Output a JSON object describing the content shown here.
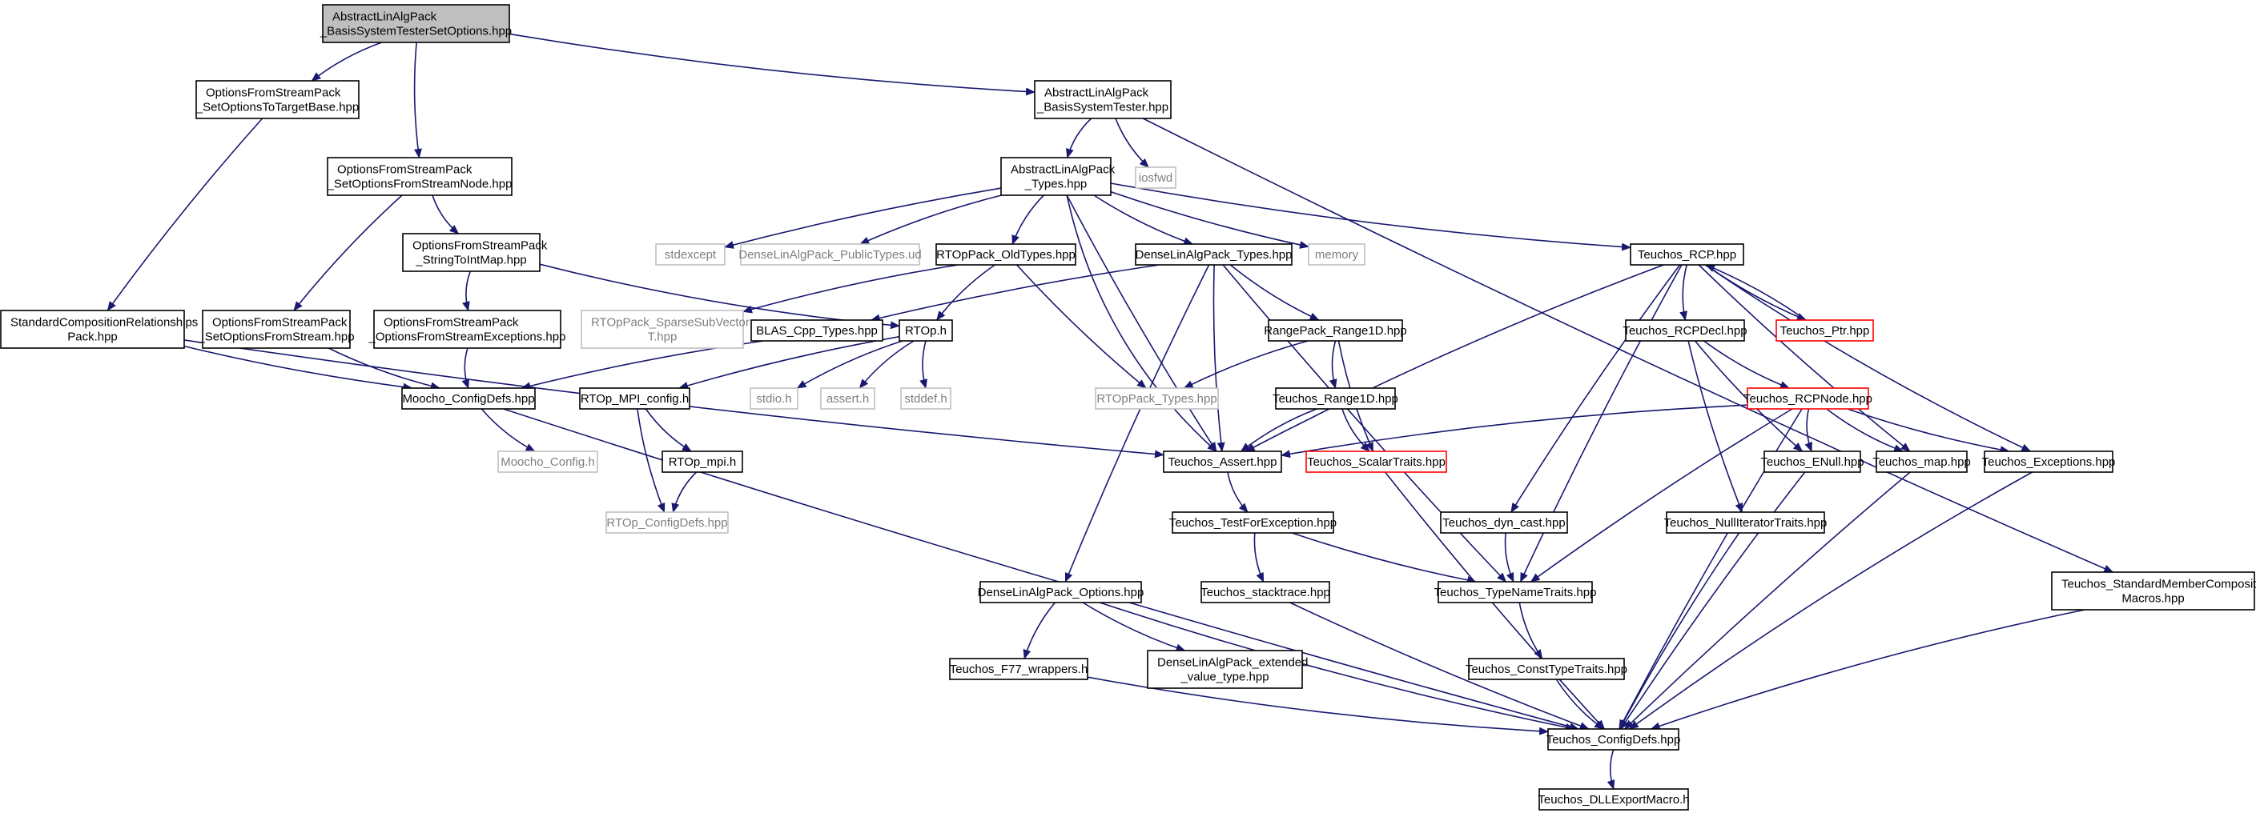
{
  "graph": {
    "edge_color": "#191970",
    "nodes": [
      {
        "id": "root",
        "lines": [
          "AbstractLinAlgPack",
          "_BasisSystemTesterSetOptions.hpp"
        ],
        "style": "root"
      },
      {
        "id": "ofs_target",
        "lines": [
          "OptionsFromStreamPack",
          "_SetOptionsToTargetBase.hpp"
        ],
        "style": "normal"
      },
      {
        "id": "abst_tester",
        "lines": [
          "AbstractLinAlgPack",
          "_BasisSystemTester.hpp"
        ],
        "style": "normal"
      },
      {
        "id": "ofs_node",
        "lines": [
          "OptionsFromStreamPack",
          "_SetOptionsFromStreamNode.hpp"
        ],
        "style": "normal"
      },
      {
        "id": "abst_types",
        "lines": [
          "AbstractLinAlgPack",
          "_Types.hpp"
        ],
        "style": "normal"
      },
      {
        "id": "iosfwd",
        "lines": [
          "iosfwd"
        ],
        "style": "ext"
      },
      {
        "id": "ofs_strmap",
        "lines": [
          "OptionsFromStreamPack",
          "_StringToIntMap.hpp"
        ],
        "style": "normal"
      },
      {
        "id": "stdexcept",
        "lines": [
          "stdexcept"
        ],
        "style": "ext"
      },
      {
        "id": "dense_public",
        "lines": [
          "DenseLinAlgPack_PublicTypes.ud"
        ],
        "style": "ext"
      },
      {
        "id": "rtop_oldtypes",
        "lines": [
          "RTOpPack_OldTypes.hpp"
        ],
        "style": "normal"
      },
      {
        "id": "dense_types",
        "lines": [
          "DenseLinAlgPack_Types.hpp"
        ],
        "style": "normal"
      },
      {
        "id": "memory",
        "lines": [
          "memory"
        ],
        "style": "ext"
      },
      {
        "id": "teuchos_rcp",
        "lines": [
          "Teuchos_RCP.hpp"
        ],
        "style": "normal"
      },
      {
        "id": "std_comp",
        "lines": [
          "StandardCompositionRelationships",
          "Pack.hpp"
        ],
        "style": "normal"
      },
      {
        "id": "ofs_stream",
        "lines": [
          "OptionsFromStreamPack",
          "_SetOptionsFromStream.hpp"
        ],
        "style": "normal"
      },
      {
        "id": "ofs_exc",
        "lines": [
          "OptionsFromStreamPack",
          "_OptionsFromStreamExceptions.hpp"
        ],
        "style": "normal"
      },
      {
        "id": "rtop_sparse",
        "lines": [
          "RTOpPack_SparseSubVector",
          "T.hpp"
        ],
        "style": "ext"
      },
      {
        "id": "blas_cpp",
        "lines": [
          "BLAS_Cpp_Types.hpp"
        ],
        "style": "normal"
      },
      {
        "id": "rtop_h",
        "lines": [
          "RTOp.h"
        ],
        "style": "normal"
      },
      {
        "id": "rangepack",
        "lines": [
          "RangePack_Range1D.hpp"
        ],
        "style": "normal"
      },
      {
        "id": "teuchos_rcpdecl",
        "lines": [
          "Teuchos_RCPDecl.hpp"
        ],
        "style": "normal"
      },
      {
        "id": "teuchos_ptr",
        "lines": [
          "Teuchos_Ptr.hpp"
        ],
        "style": "red"
      },
      {
        "id": "moocho_cfg",
        "lines": [
          "Moocho_ConfigDefs.hpp"
        ],
        "style": "normal"
      },
      {
        "id": "rtop_mpi_cfg",
        "lines": [
          "RTOp_MPI_config.h"
        ],
        "style": "normal"
      },
      {
        "id": "stdio",
        "lines": [
          "stdio.h"
        ],
        "style": "ext"
      },
      {
        "id": "assert",
        "lines": [
          "assert.h"
        ],
        "style": "ext"
      },
      {
        "id": "stddef",
        "lines": [
          "stddef.h"
        ],
        "style": "ext"
      },
      {
        "id": "rtop_types",
        "lines": [
          "RTOpPack_Types.hpp"
        ],
        "style": "ext"
      },
      {
        "id": "teuchos_range1d",
        "lines": [
          "Teuchos_Range1D.hpp"
        ],
        "style": "normal"
      },
      {
        "id": "teuchos_rcpnode",
        "lines": [
          "Teuchos_RCPNode.hpp"
        ],
        "style": "red"
      },
      {
        "id": "moocho_config",
        "lines": [
          "Moocho_Config.h"
        ],
        "style": "ext"
      },
      {
        "id": "rtop_mpi",
        "lines": [
          "RTOp_mpi.h"
        ],
        "style": "normal"
      },
      {
        "id": "teuchos_assert",
        "lines": [
          "Teuchos_Assert.hpp"
        ],
        "style": "normal"
      },
      {
        "id": "teuchos_scalar",
        "lines": [
          "Teuchos_ScalarTraits.hpp"
        ],
        "style": "red"
      },
      {
        "id": "teuchos_enull",
        "lines": [
          "Teuchos_ENull.hpp"
        ],
        "style": "normal"
      },
      {
        "id": "teuchos_map",
        "lines": [
          "Teuchos_map.hpp"
        ],
        "style": "normal"
      },
      {
        "id": "teuchos_exc",
        "lines": [
          "Teuchos_Exceptions.hpp"
        ],
        "style": "normal"
      },
      {
        "id": "rtop_cfgdefs",
        "lines": [
          "RTOp_ConfigDefs.hpp"
        ],
        "style": "ext"
      },
      {
        "id": "teuchos_testexc",
        "lines": [
          "Teuchos_TestForException.hpp"
        ],
        "style": "normal"
      },
      {
        "id": "teuchos_dyncast",
        "lines": [
          "Teuchos_dyn_cast.hpp"
        ],
        "style": "normal"
      },
      {
        "id": "teuchos_nulliter",
        "lines": [
          "Teuchos_NullIteratorTraits.hpp"
        ],
        "style": "normal"
      },
      {
        "id": "dense_options",
        "lines": [
          "DenseLinAlgPack_Options.hpp"
        ],
        "style": "normal"
      },
      {
        "id": "teuchos_stack",
        "lines": [
          "Teuchos_stacktrace.hpp"
        ],
        "style": "normal"
      },
      {
        "id": "teuchos_typename",
        "lines": [
          "Teuchos_TypeNameTraits.hpp"
        ],
        "style": "normal"
      },
      {
        "id": "teuchos_stdmember",
        "lines": [
          "Teuchos_StandardMemberComposition",
          "Macros.hpp"
        ],
        "style": "normal"
      },
      {
        "id": "teuchos_f77",
        "lines": [
          "Teuchos_F77_wrappers.h"
        ],
        "style": "normal"
      },
      {
        "id": "dense_ext",
        "lines": [
          "DenseLinAlgPack_extended",
          "_value_type.hpp"
        ],
        "style": "normal"
      },
      {
        "id": "teuchos_consttype",
        "lines": [
          "Teuchos_ConstTypeTraits.hpp"
        ],
        "style": "normal"
      },
      {
        "id": "teuchos_cfgdefs",
        "lines": [
          "Teuchos_ConfigDefs.hpp"
        ],
        "style": "normal"
      },
      {
        "id": "teuchos_dll",
        "lines": [
          "Teuchos_DLLExportMacro.h"
        ],
        "style": "normal"
      }
    ],
    "edges": [
      [
        "root",
        "ofs_target"
      ],
      [
        "root",
        "ofs_node"
      ],
      [
        "root",
        "abst_tester"
      ],
      [
        "ofs_target",
        "std_comp"
      ],
      [
        "abst_tester",
        "abst_types"
      ],
      [
        "abst_tester",
        "iosfwd"
      ],
      [
        "abst_tester",
        "teuchos_stdmember"
      ],
      [
        "ofs_node",
        "ofs_stream"
      ],
      [
        "ofs_node",
        "ofs_strmap"
      ],
      [
        "ofs_strmap",
        "ofs_exc"
      ],
      [
        "ofs_strmap",
        "rtop_h"
      ],
      [
        "abst_types",
        "stdexcept"
      ],
      [
        "abst_types",
        "dense_public"
      ],
      [
        "abst_types",
        "rtop_oldtypes"
      ],
      [
        "abst_types",
        "dense_types"
      ],
      [
        "abst_types",
        "memory"
      ],
      [
        "abst_types",
        "teuchos_rcp"
      ],
      [
        "abst_types",
        "teuchos_assert"
      ],
      [
        "abst_types",
        "teuchos_assert"
      ],
      [
        "rtop_oldtypes",
        "rtop_sparse"
      ],
      [
        "rtop_oldtypes",
        "rtop_h"
      ],
      [
        "rtop_oldtypes",
        "rtop_types"
      ],
      [
        "dense_types",
        "blas_cpp"
      ],
      [
        "dense_types",
        "rangepack"
      ],
      [
        "dense_types",
        "dense_options"
      ],
      [
        "dense_types",
        "teuchos_assert"
      ],
      [
        "dense_types",
        "teuchos_typename"
      ],
      [
        "std_comp",
        "moocho_cfg"
      ],
      [
        "std_comp",
        "teuchos_assert"
      ],
      [
        "ofs_stream",
        "moocho_cfg"
      ],
      [
        "ofs_exc",
        "moocho_cfg"
      ],
      [
        "blas_cpp",
        "moocho_cfg"
      ],
      [
        "rtop_h",
        "rtop_mpi_cfg"
      ],
      [
        "rtop_h",
        "stdio"
      ],
      [
        "rtop_h",
        "assert"
      ],
      [
        "rtop_h",
        "stddef"
      ],
      [
        "rangepack",
        "teuchos_range1d"
      ],
      [
        "rangepack",
        "rtop_types"
      ],
      [
        "rangepack",
        "teuchos_scalar"
      ],
      [
        "teuchos_range1d",
        "teuchos_assert"
      ],
      [
        "teuchos_range1d",
        "teuchos_scalar"
      ],
      [
        "moocho_cfg",
        "moocho_config"
      ],
      [
        "moocho_cfg",
        "teuchos_cfgdefs"
      ],
      [
        "rtop_mpi_cfg",
        "rtop_mpi"
      ],
      [
        "rtop_mpi_cfg",
        "rtop_cfgdefs"
      ],
      [
        "rtop_mpi",
        "rtop_cfgdefs"
      ],
      [
        "teuchos_rcp",
        "teuchos_rcpdecl"
      ],
      [
        "teuchos_rcp",
        "teuchos_ptr"
      ],
      [
        "teuchos_rcp",
        "teuchos_assert"
      ],
      [
        "teuchos_rcp",
        "teuchos_dyncast"
      ],
      [
        "teuchos_rcp",
        "teuchos_typename"
      ],
      [
        "teuchos_rcp",
        "teuchos_map"
      ],
      [
        "teuchos_rcp",
        "teuchos_exc"
      ],
      [
        "teuchos_ptr",
        "teuchos_rcp"
      ],
      [
        "teuchos_rcpdecl",
        "teuchos_rcpnode"
      ],
      [
        "teuchos_rcpdecl",
        "teuchos_enull"
      ],
      [
        "teuchos_rcpdecl",
        "teuchos_nulliter"
      ],
      [
        "teuchos_rcpnode",
        "teuchos_assert"
      ],
      [
        "teuchos_rcpnode",
        "teuchos_enull"
      ],
      [
        "teuchos_rcpnode",
        "teuchos_map"
      ],
      [
        "teuchos_rcpnode",
        "teuchos_exc"
      ],
      [
        "teuchos_rcpnode",
        "teuchos_typename"
      ],
      [
        "teuchos_rcpnode",
        "teuchos_cfgdefs"
      ],
      [
        "teuchos_assert",
        "teuchos_testexc"
      ],
      [
        "teuchos_testexc",
        "teuchos_stack"
      ],
      [
        "teuchos_testexc",
        "teuchos_typename"
      ],
      [
        "teuchos_dyncast",
        "teuchos_typename"
      ],
      [
        "teuchos_typename",
        "teuchos_consttype"
      ],
      [
        "teuchos_consttype",
        "teuchos_cfgdefs"
      ],
      [
        "teuchos_stack",
        "teuchos_cfgdefs"
      ],
      [
        "dense_options",
        "teuchos_f77"
      ],
      [
        "dense_options",
        "dense_ext"
      ],
      [
        "dense_options",
        "teuchos_cfgdefs"
      ],
      [
        "teuchos_f77",
        "teuchos_cfgdefs"
      ],
      [
        "teuchos_scalar",
        "teuchos_cfgdefs"
      ],
      [
        "teuchos_nulliter",
        "teuchos_cfgdefs"
      ],
      [
        "teuchos_enull",
        "teuchos_cfgdefs"
      ],
      [
        "teuchos_map",
        "teuchos_cfgdefs"
      ],
      [
        "teuchos_exc",
        "teuchos_cfgdefs"
      ],
      [
        "teuchos_stdmember",
        "teuchos_cfgdefs"
      ],
      [
        "teuchos_cfgdefs",
        "teuchos_dll"
      ]
    ]
  }
}
